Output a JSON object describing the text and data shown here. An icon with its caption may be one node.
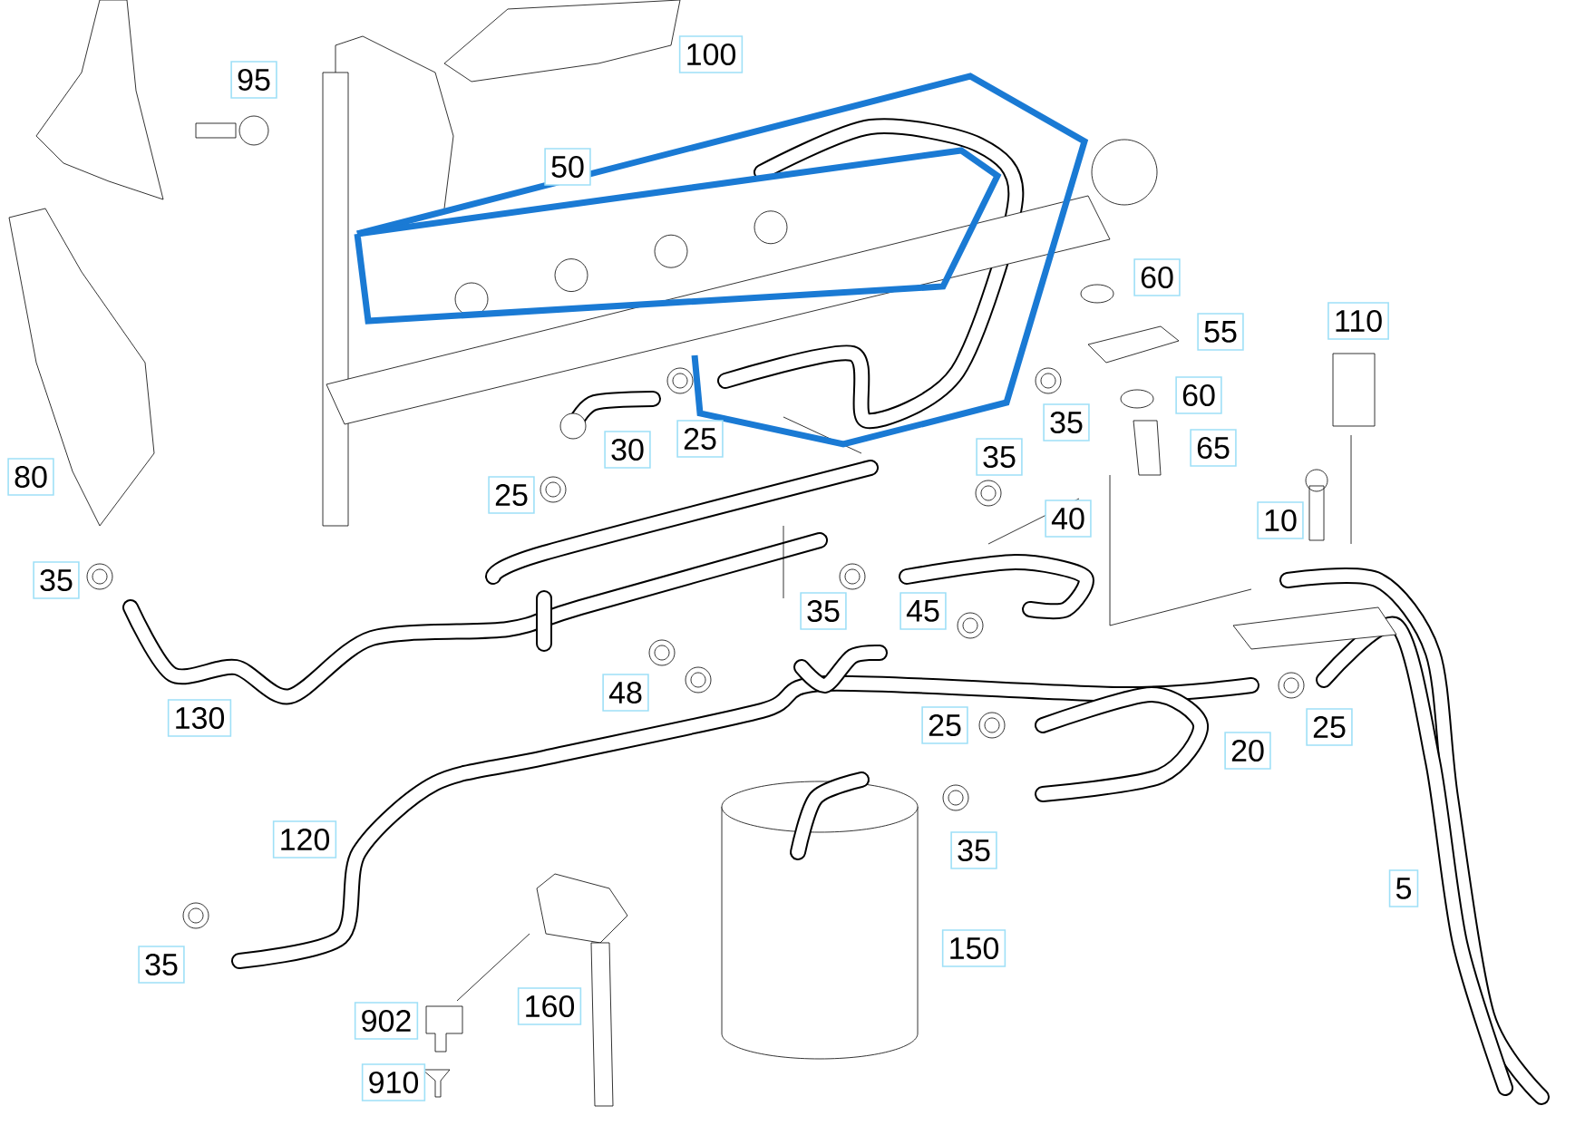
{
  "diagram": {
    "labels": [
      "100",
      "95",
      "50",
      "60",
      "110",
      "55",
      "60",
      "35",
      "25",
      "30",
      "65",
      "35",
      "80",
      "25",
      "40",
      "10",
      "35",
      "35",
      "45",
      "48",
      "130",
      "25",
      "25",
      "20",
      "120",
      "35",
      "5",
      "150",
      "35",
      "160",
      "902",
      "910"
    ]
  }
}
